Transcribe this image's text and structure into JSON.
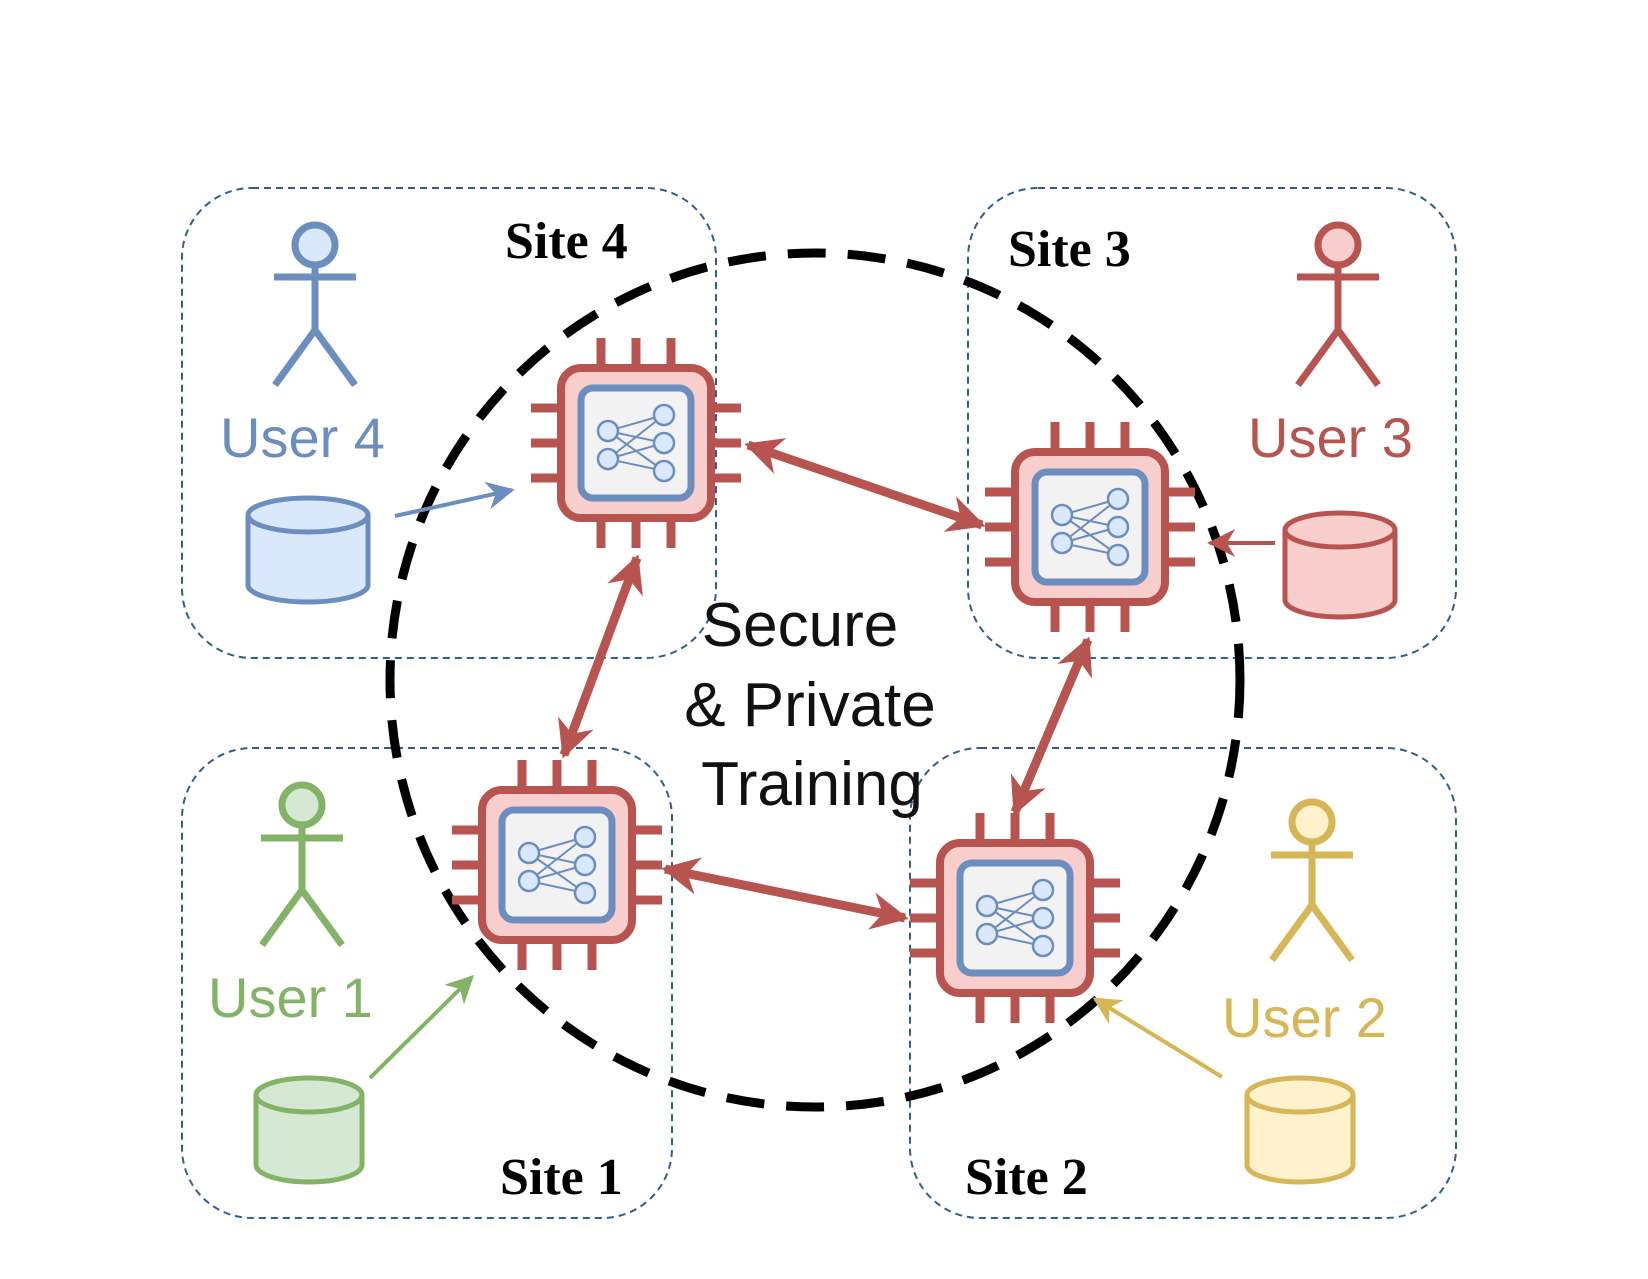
{
  "center": {
    "lines": [
      "Secure",
      "& Private",
      "Training"
    ]
  },
  "sites": [
    {
      "label": "Site 1",
      "user": "User 1",
      "color": "#82b366",
      "fill": "#d5e8d4"
    },
    {
      "label": "Site 2",
      "user": "User 2",
      "color": "#d6b656",
      "fill": "#fff2cc"
    },
    {
      "label": "Site 3",
      "user": "User 3",
      "color": "#b85450",
      "fill": "#f8cecc"
    },
    {
      "label": "Site 4",
      "user": "User 4",
      "color": "#6c8ebf",
      "fill": "#dae8fc"
    }
  ],
  "colors": {
    "site_border": "#2f5f8f",
    "ring": "#000000",
    "chip_outline": "#b85450",
    "chip_fill": "#f8cecc",
    "chip_core_border": "#6c8ebf",
    "chip_core_fill": "#f2f2f2",
    "link_arrow": "#b85450"
  },
  "icons": {
    "user": "stick-figure-icon",
    "data": "database-cylinder-icon",
    "chip": "neural-chip-icon"
  }
}
